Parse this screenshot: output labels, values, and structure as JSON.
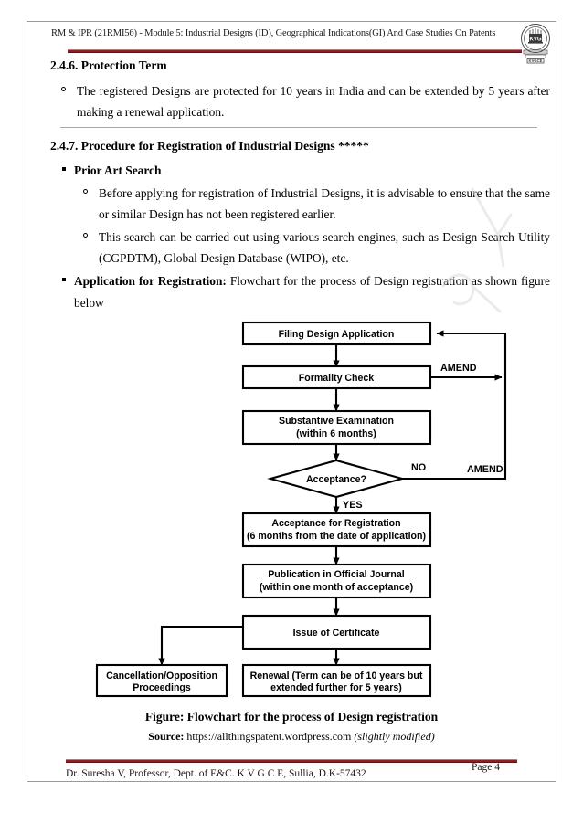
{
  "document": {
    "header_title": "RM & IPR (21RMI56) - Module 5: Industrial Designs (ID), Geographical Indications(GI)  And Case Studies On Patents",
    "logo_name": "kvgce-college-emblem",
    "logo_text_top": "KVG",
    "logo_text_bottom": "KVGCE",
    "accent_color": "#8d2024"
  },
  "sections": [
    {
      "number_title": "2.4.6. Protection Term",
      "bullets": [
        "The registered Designs are protected for 10 years in India and can be extended by 5 years after making a renewal application."
      ]
    },
    {
      "number_title": "2.4.7. Procedure for Registration of Industrial Designs *****",
      "sub_heading_1": "Prior Art Search",
      "sub_bullets_1": [
        "Before applying for registration of Industrial Designs, it is advisable to ensure that the same or similar Design has not been registered earlier.",
        "This search can be carried out using various search engines, such as Design Search Utility (CGPDTM), Global Design Database (WIPO), etc."
      ],
      "sub_heading_2_bold": "Application for Registration:",
      "sub_heading_2_rest": "  Flowchart for the process of Design registration as shown figure below"
    }
  ],
  "flowchart": {
    "nodes": [
      {
        "id": "filing",
        "label": "Filing Design Application"
      },
      {
        "id": "formality",
        "label": "Formality Check"
      },
      {
        "id": "substantive",
        "label": "Substantive Examination\n(within 6 months)"
      },
      {
        "id": "acceptance",
        "label": "Acceptance?",
        "shape": "diamond"
      },
      {
        "id": "accept_reg",
        "label": "Acceptance for Registration\n(6 months from the date of application)"
      },
      {
        "id": "publication",
        "label": "Publication in Official Journal\n(within one month of acceptance)"
      },
      {
        "id": "certificate",
        "label": "Issue of Certificate"
      },
      {
        "id": "cancellation",
        "label": "Cancellation/Opposition\nProceedings"
      },
      {
        "id": "renewal",
        "label": "Renewal (Term can be of 10 years but\nextended further for 5 years)"
      }
    ],
    "node_lines": {
      "filing": [
        "Filing Design Application"
      ],
      "formality": [
        "Formality Check"
      ],
      "substantive": [
        "Substantive Examination",
        "(within 6 months)"
      ],
      "acceptance": [
        "Acceptance?"
      ],
      "accept_reg": [
        "Acceptance for Registration",
        "(6 months from the date of application)"
      ],
      "publication": [
        "Publication in Official Journal",
        "(within one month of acceptance)"
      ],
      "certificate": [
        "Issue of Certificate"
      ],
      "cancellation": [
        "Cancellation/Opposition",
        "Proceedings"
      ],
      "renewal": [
        "Renewal (Term can be of 10 years but",
        "extended further for 5 years)"
      ]
    },
    "edge_labels": {
      "amend_formality": "AMEND",
      "amend_acceptance": "AMEND",
      "no": "NO",
      "yes": "YES"
    }
  },
  "caption": {
    "figure": "Figure: Flowchart for the process of Design registration",
    "source_label": "Source:",
    "source_url": "https://allthingspatent.wordpress.com",
    "source_note": "(slightly modified)"
  },
  "footer": {
    "author_line": "Dr. Suresha V, Professor, Dept. of E&C.  K V G C E, Sullia, D.K-57432",
    "page_label": "Page 4"
  }
}
